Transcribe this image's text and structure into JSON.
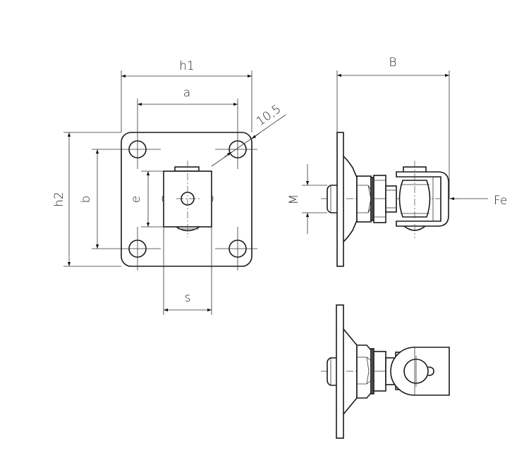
{
  "drawing": {
    "subject": "adjustable gate hinge with square mounting plate",
    "views": [
      "front-view",
      "side-view",
      "bottom-view"
    ],
    "line_color": "#1a1a1a",
    "background": "#ffffff"
  },
  "dimensions": {
    "h1": "h1",
    "a": "a",
    "hole_diameter": "10,5",
    "h2": "h2",
    "b": "b",
    "e": "e",
    "s": "s",
    "B": "B",
    "M": "M",
    "Fe": "Fe"
  }
}
